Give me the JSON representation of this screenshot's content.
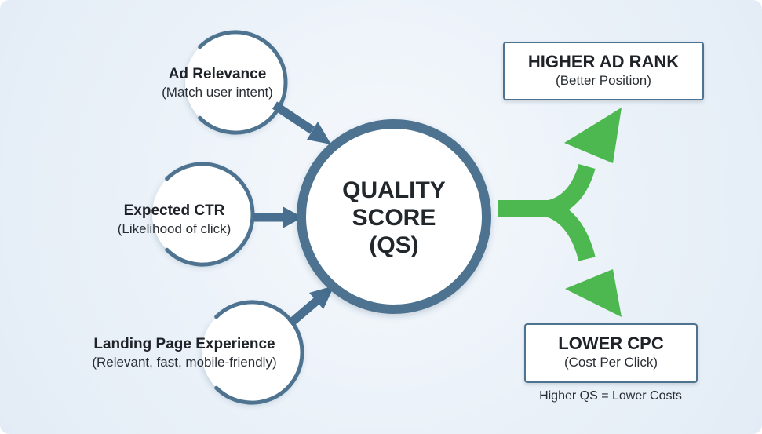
{
  "inputs": [
    {
      "title": "Ad Relevance",
      "subtitle": "(Match user intent)"
    },
    {
      "title": "Expected CTR",
      "subtitle": "(Likelihood of click)"
    },
    {
      "title": "Landing Page Experience",
      "subtitle": "(Relevant, fast, mobile-friendly)"
    }
  ],
  "center": {
    "line1": "QUALITY",
    "line2": "SCORE",
    "line3": "(QS)"
  },
  "outputs": [
    {
      "title": "HIGHER AD RANK",
      "subtitle": "(Better Position)"
    },
    {
      "title": "LOWER CPC",
      "subtitle": "(Cost Per Click)"
    }
  ],
  "footnote": "Higher QS = Lower Costs",
  "colors": {
    "ring": "#4e7390",
    "input_arrow": "#486f8f",
    "output_arrow": "#4db84f"
  }
}
